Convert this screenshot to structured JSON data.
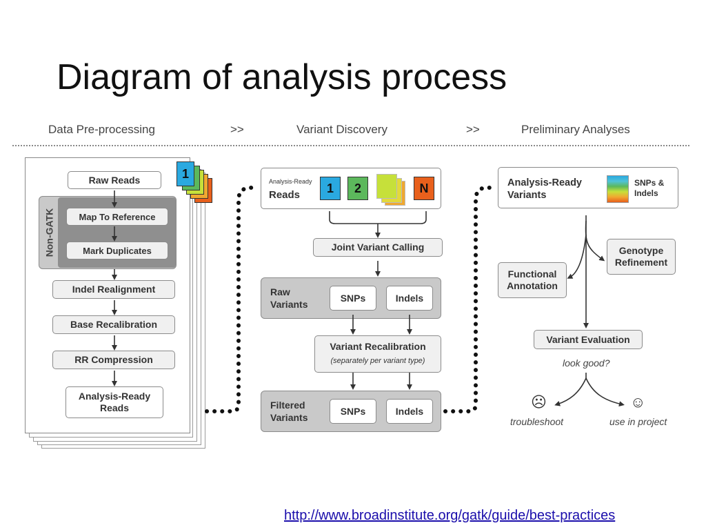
{
  "title": "Diagram of analysis process",
  "sections": [
    "Data Pre-processing",
    ">>",
    "Variant Discovery",
    ">>",
    "Preliminary Analyses"
  ],
  "preprocessing": {
    "raw_reads": "Raw Reads",
    "non_gatk": "Non-GATK",
    "map_to_reference": "Map To Reference",
    "mark_duplicates": "Mark Duplicates",
    "indel_realignment": "Indel Realignment",
    "base_recalibration": "Base Recalibration",
    "rr_compression": "RR Compression",
    "analysis_ready_reads": "Analysis-Ready Reads",
    "sample_badge": "1"
  },
  "discovery": {
    "input_small": "Analysis-Ready",
    "input_label": "Reads",
    "sample_1": "1",
    "sample_2": "2",
    "sample_n": "N",
    "joint_calling": "Joint Variant Calling",
    "raw_variants": "Raw Variants",
    "snps": "SNPs",
    "indels": "Indels",
    "recalibration": "Variant Recalibration",
    "recalibration_note": "(separately per variant type)",
    "filtered_variants": "Filtered Variants"
  },
  "preliminary": {
    "input_label": "Analysis-Ready Variants",
    "snps_indels": "SNPs & Indels",
    "genotype_refinement": "Genotype Refinement",
    "functional_annotation": "Functional Annotation",
    "variant_evaluation": "Variant Evaluation",
    "look_good": "look good?",
    "troubleshoot": "troubleshoot",
    "use_in_project": "use in project"
  },
  "source_link": "http://www.broadinstitute.org/gatk/guide/best-practices",
  "colors": {
    "blue": "#2aa9e0",
    "green": "#5cb85c",
    "lime": "#c6e03a",
    "orange": "#e8601c",
    "panel_gray": "#c9c9c9",
    "link": "#1a0dab"
  }
}
